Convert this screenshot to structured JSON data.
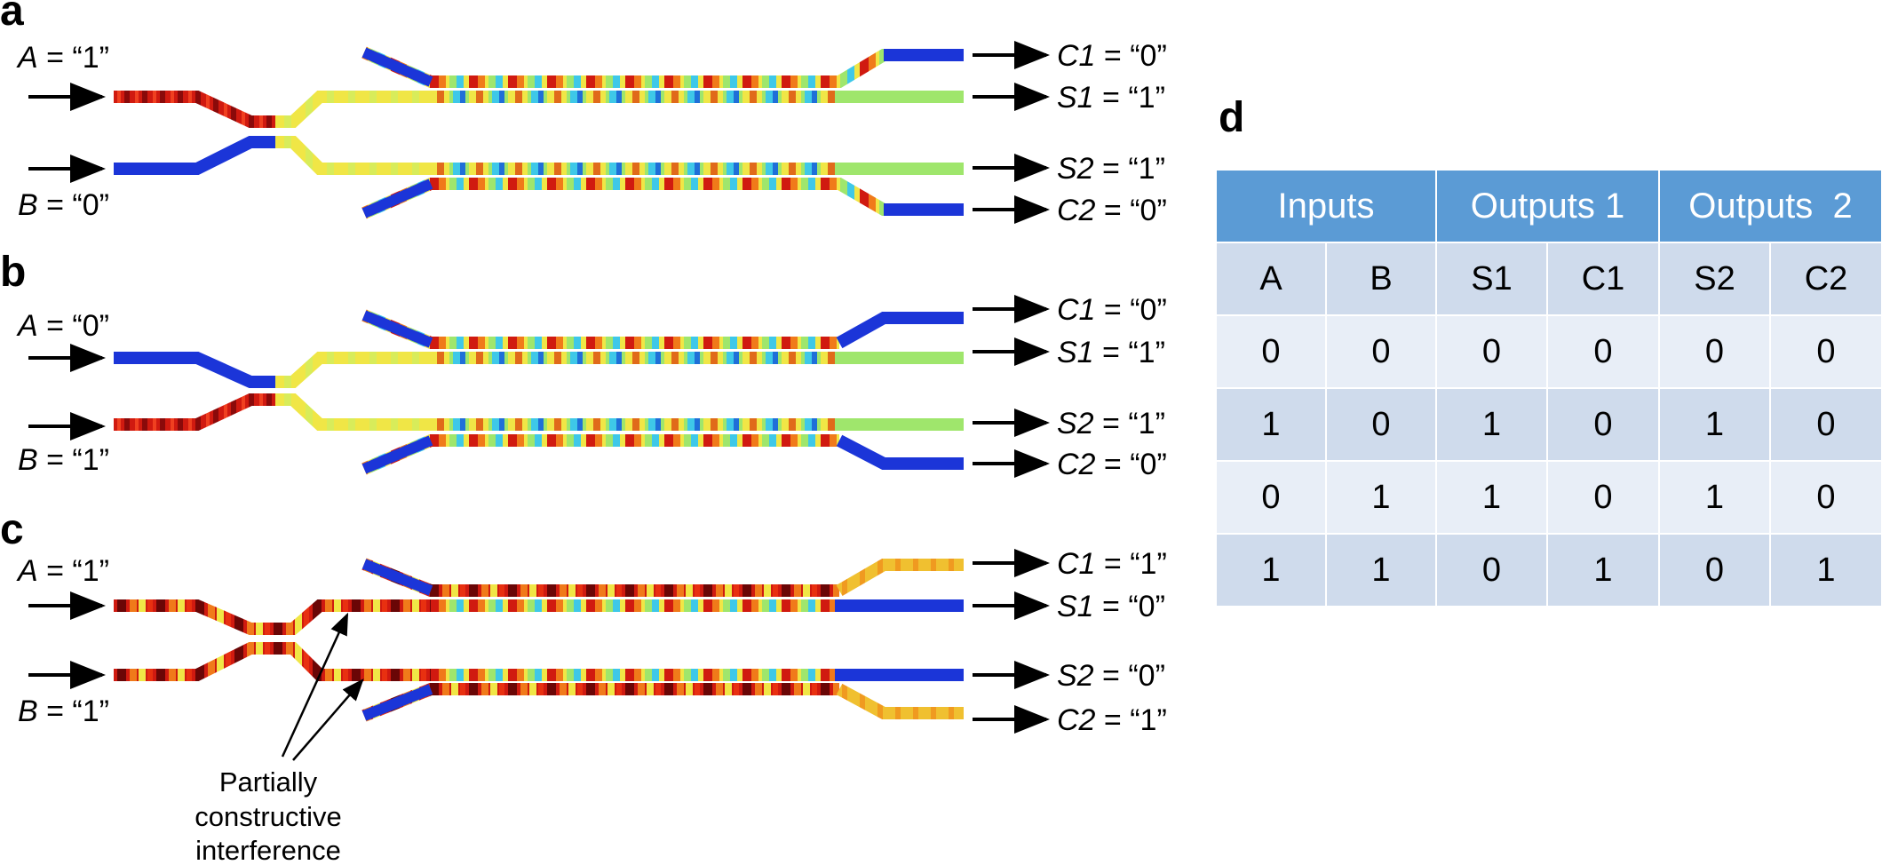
{
  "panel_labels": [
    "a",
    "b",
    "c",
    "d"
  ],
  "panels": [
    {
      "letter": "a",
      "input_a": "A = “1”",
      "input_b": "B = “0”",
      "out_c1": "C1 = “0”",
      "out_s1": "S1 = “1”",
      "out_s2": "S2 = “1”",
      "out_c2": "C2 = “0”",
      "input_a_name": "A",
      "input_a_val": " = “1”",
      "input_b_name": "B",
      "input_b_val": " = “0”",
      "c1_name": "C1",
      "c1_val": " = “0”",
      "s1_name": "S1",
      "s1_val": " = “1”",
      "s2_name": "S2",
      "s2_val": " = “1”",
      "c2_name": "C2",
      "c2_val": " = “0”"
    },
    {
      "letter": "b",
      "input_a_name": "A",
      "input_a_val": " = “0”",
      "input_b_name": "B",
      "input_b_val": " = “1”",
      "c1_name": "C1",
      "c1_val": " = “0”",
      "s1_name": "S1",
      "s1_val": " = “1”",
      "s2_name": "S2",
      "s2_val": " = “1”",
      "c2_name": "C2",
      "c2_val": " = “0”"
    },
    {
      "letter": "c",
      "input_a_name": "A",
      "input_a_val": " = “1”",
      "input_b_name": "B",
      "input_b_val": " = “1”",
      "c1_name": "C1",
      "c1_val": " = “1”",
      "s1_name": "S1",
      "s1_val": " = “0”",
      "s2_name": "S2",
      "s2_val": " = “0”",
      "c2_name": "C2",
      "c2_val": " = “1”"
    }
  ],
  "annotation": [
    "Partially",
    "constructive",
    "interference"
  ],
  "truth_table": {
    "letter": "d",
    "groups": [
      "Inputs",
      "Outputs 1",
      "Outputs  2"
    ],
    "columns": [
      "A",
      "B",
      "S1",
      "C1",
      "S2",
      "C2"
    ],
    "rows": [
      [
        "0",
        "0",
        "0",
        "0",
        "0",
        "0"
      ],
      [
        "1",
        "0",
        "1",
        "0",
        "1",
        "0"
      ],
      [
        "0",
        "1",
        "1",
        "0",
        "1",
        "0"
      ],
      [
        "1",
        "1",
        "0",
        "1",
        "0",
        "1"
      ]
    ]
  },
  "colors": {
    "header_blue": "#5b9bd5",
    "row_light": "#e8eef7",
    "row_dark": "#cfdbec",
    "field_red": "#d7191c",
    "field_blue": "#1f3fd1",
    "field_yellow": "#f5f24a",
    "field_green": "#9ee26a"
  }
}
